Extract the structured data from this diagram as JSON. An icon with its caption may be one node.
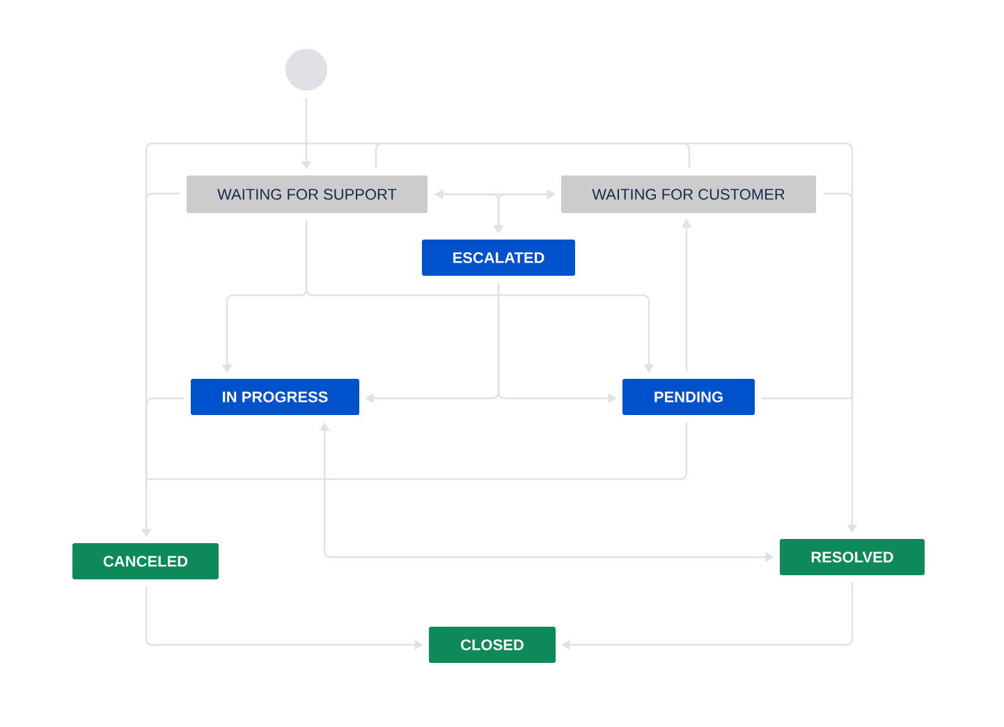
{
  "diagram": {
    "nodes": [
      {
        "text": [],
        "shape": "circle"
      },
      {
        "text": [
          "WAITING FOR SUPPORT"
        ]
      },
      {
        "text": [
          "WAITING FOR CUSTOMER"
        ]
      },
      {
        "text": [
          "ESCALATED"
        ]
      },
      {
        "text": [
          "IN PROGRESS"
        ]
      },
      {
        "text": [
          "PENDING"
        ]
      },
      {
        "text": [
          "CANCELED"
        ]
      },
      {
        "text": [
          "RESOLVED"
        ]
      },
      {
        "text": [
          "CLOSED"
        ]
      }
    ],
    "edges": [
      {
        "from": 0,
        "to": 1,
        "arrow": "to"
      },
      {
        "from": 1,
        "to": 2,
        "arrow": "both"
      },
      {
        "from": 1,
        "to": 3,
        "arrow": "to"
      },
      {
        "from": 2,
        "to": 3,
        "arrow": "to"
      },
      {
        "from": 1,
        "to": 4,
        "arrow": "to"
      },
      {
        "from": 1,
        "to": 5,
        "arrow": "to"
      },
      {
        "from": 3,
        "to": 4,
        "arrow": "to"
      },
      {
        "from": 3,
        "to": 5,
        "arrow": "to"
      },
      {
        "from": 5,
        "to": 2,
        "arrow": "to"
      },
      {
        "from": 1,
        "to": 6,
        "arrow": "to"
      },
      {
        "from": 1,
        "to": 7,
        "arrow": "to"
      },
      {
        "from": 2,
        "to": 6,
        "arrow": "to"
      },
      {
        "from": 2,
        "to": 7,
        "arrow": "to"
      },
      {
        "from": 4,
        "to": 6,
        "arrow": "to"
      },
      {
        "from": 4,
        "to": 7,
        "arrow": "both"
      },
      {
        "from": 5,
        "to": 6,
        "arrow": "to"
      },
      {
        "from": 5,
        "to": 7,
        "arrow": "to"
      },
      {
        "from": 6,
        "to": 8,
        "arrow": "to"
      },
      {
        "from": 7,
        "to": 8,
        "arrow": "to"
      }
    ]
  }
}
